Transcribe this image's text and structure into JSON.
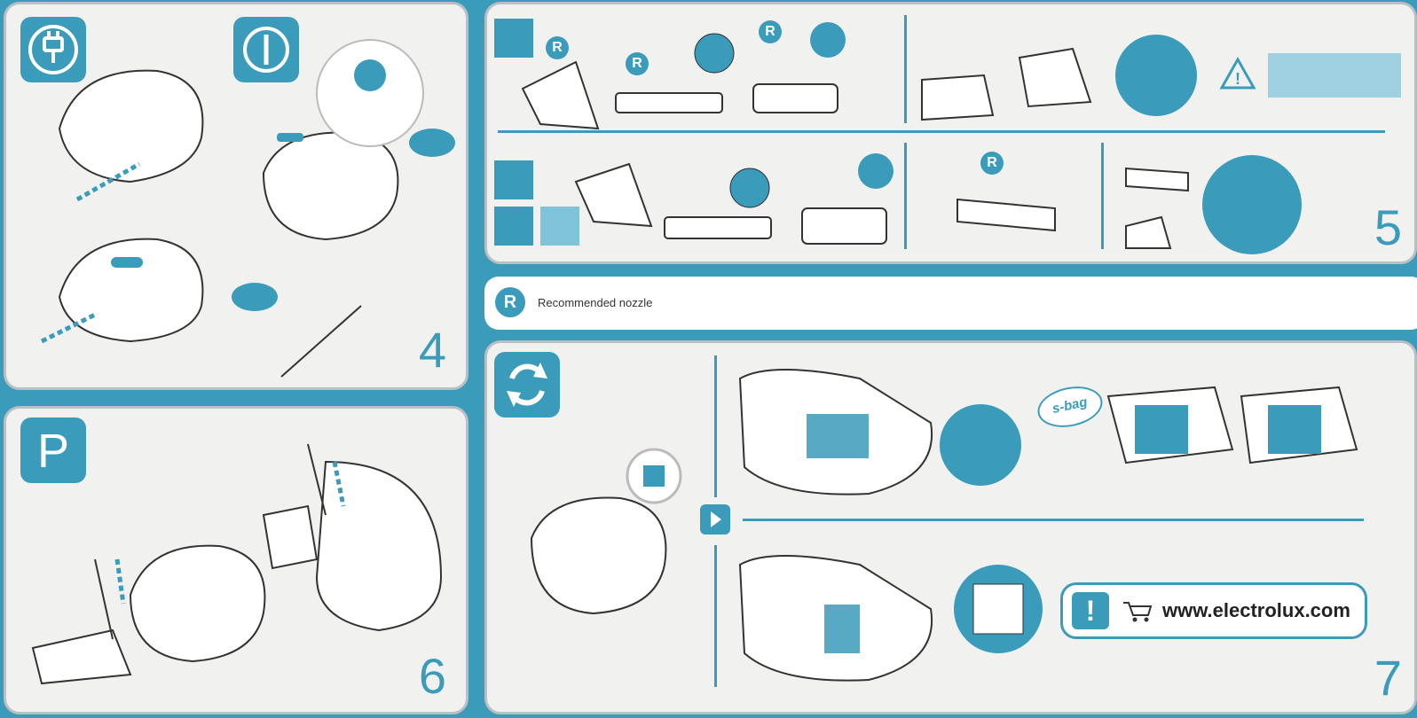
{
  "panels": {
    "step4": {
      "number": "4"
    },
    "step5": {
      "number": "5",
      "recommended_badges": [
        "R",
        "R",
        "R",
        "R"
      ]
    },
    "step6": {
      "number": "6",
      "parking_letter": "P"
    },
    "step7": {
      "number": "7",
      "bag_brand": "s-bag",
      "shop_url": "www.electrolux.com",
      "notice_mark": "!"
    }
  },
  "legend": {
    "symbol": "R",
    "text": "Recommended nozzle"
  },
  "colors": {
    "accent": "#3b9bba",
    "panel_bg": "#f1f2f0",
    "frame": "#b9bfc2"
  },
  "icons": [
    "plug-icon",
    "power-icon",
    "parking-icon",
    "refresh-icon",
    "warning-icon",
    "cart-icon",
    "arrow-right-icon",
    "signal-strength-icon"
  ]
}
